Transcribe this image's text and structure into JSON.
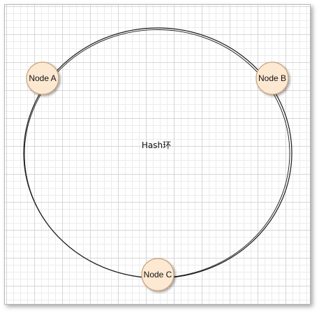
{
  "ring": {
    "label": "Hash环"
  },
  "nodes": {
    "a": {
      "label": "Node A"
    },
    "b": {
      "label": "Node B"
    },
    "c": {
      "label": "Node C"
    }
  },
  "colors": {
    "node_fill": "#fde8d2",
    "node_stroke": "#c8a27a",
    "ring_stroke": "#1a1a1a",
    "grid_minor": "#ececec",
    "grid_major": "#d6d6d6"
  }
}
